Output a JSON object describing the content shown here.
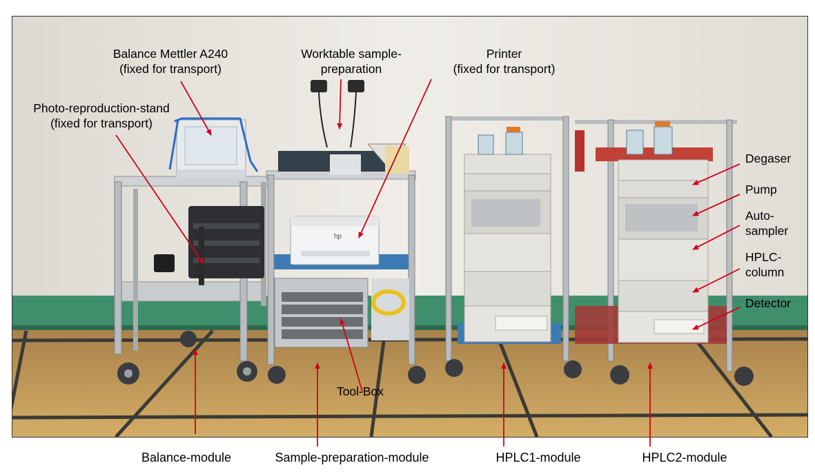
{
  "figure": {
    "labels": {
      "balance": "Balance Mettler  A240\n(fixed for transport)",
      "worktable": "Worktable sample-\npreparation",
      "printer": "Printer\n(fixed for transport)",
      "photo_stand": "Photo-reproduction-stand\n(fixed for transport)",
      "degaser": "Degaser",
      "pump": "Pump",
      "autosampler": "Auto-\nsampler",
      "hplc_column": "HPLC-\ncolumn",
      "detector": "Detector",
      "toolbox": "Tool-Box",
      "printer_brand": "hp"
    },
    "modules": {
      "balance": "Balance-module",
      "sample_prep": "Sample-preparation-module",
      "hplc1": "HPLC1-module",
      "hplc2": "HPLC2-module"
    },
    "colors": {
      "arrow": "#d0021b",
      "wall": "#e9e6e0",
      "wall_stripe": "#3f8e6c",
      "floor": "#c39a55",
      "steel": "#b9bdbf"
    }
  }
}
